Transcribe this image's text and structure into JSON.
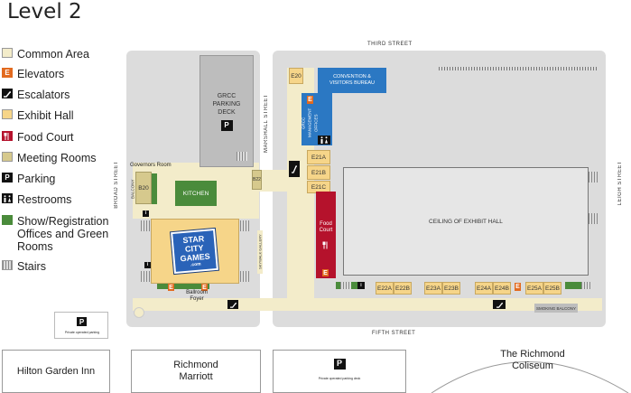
{
  "title": "Level 2",
  "legend": [
    {
      "label": "Common Area",
      "icon": "common-area-swatch",
      "color": "#f3ecca"
    },
    {
      "label": "Elevators",
      "icon": "elevator-icon",
      "color": "#e26a1f",
      "glyph": "E"
    },
    {
      "label": "Escalators",
      "icon": "escalator-icon",
      "color": "#111111"
    },
    {
      "label": "Exhibit Hall",
      "icon": "exhibit-hall-swatch",
      "color": "#f6d589"
    },
    {
      "label": "Food Court",
      "icon": "food-court-icon",
      "color": "#b5122c"
    },
    {
      "label": "Meeting Rooms",
      "icon": "meeting-rooms-swatch",
      "color": "#d6c98d"
    },
    {
      "label": "Parking",
      "icon": "parking-icon",
      "color": "#111111",
      "glyph": "P"
    },
    {
      "label": "Restrooms",
      "icon": "restroom-icon",
      "color": "#111111"
    },
    {
      "label": "Show/Registration Offices and Green Rooms",
      "icon": "green-room-swatch",
      "color": "#4a8b3b"
    },
    {
      "label": "Stairs",
      "icon": "stairs-swatch",
      "color": "#888888"
    }
  ],
  "streets": {
    "third": "THIRD STREET",
    "fifth": "FIFTH STREET",
    "broad": "BROAD STREET",
    "marshall": "MARSHALL STREET",
    "leigh": "LEIGH STREET"
  },
  "rooms": {
    "parking_deck": "GRCC PARKING DECK",
    "parking_glyph": "P",
    "governors_room": "Governors Room",
    "b20": "B20",
    "balcony": "BALCONY",
    "kitchen": "KITCHEN",
    "b22": "B22",
    "e20": "E20",
    "convention": "CONVENTION & VISITORS BUREAU",
    "grcc_offices": "GRCC MANAGEMENT OFFICES",
    "e21a": "E21A",
    "e21b": "E21B",
    "e21c": "E21C",
    "food_court": "Food Court",
    "ceiling": "CEILING OF EXHIBIT HALL",
    "e22a": "E22A",
    "e22b": "E22B",
    "e23a": "E23A",
    "e23b": "E23B",
    "e24a": "E24A",
    "e24b": "E24B",
    "e25a": "E25A",
    "e25b": "E25B",
    "smoking": "SMOKING BALCONY",
    "ballroom_foyer": "Ballroom Foyer",
    "walkway": "SKYWALK GALLERY",
    "elev_glyph": "E",
    "logo_line1": "STAR",
    "logo_line2": "CITY",
    "logo_line3": "GAMES",
    "logo_line4": ".com"
  },
  "buildings": {
    "hilton": "Hilton Garden Inn",
    "marriott": "Richmond Marriott",
    "coliseum": "The Richmond Coliseum",
    "parking_glyph": "P",
    "parking_note_left": "Private operated parking",
    "parking_note_right": "Private operated parking deck"
  }
}
